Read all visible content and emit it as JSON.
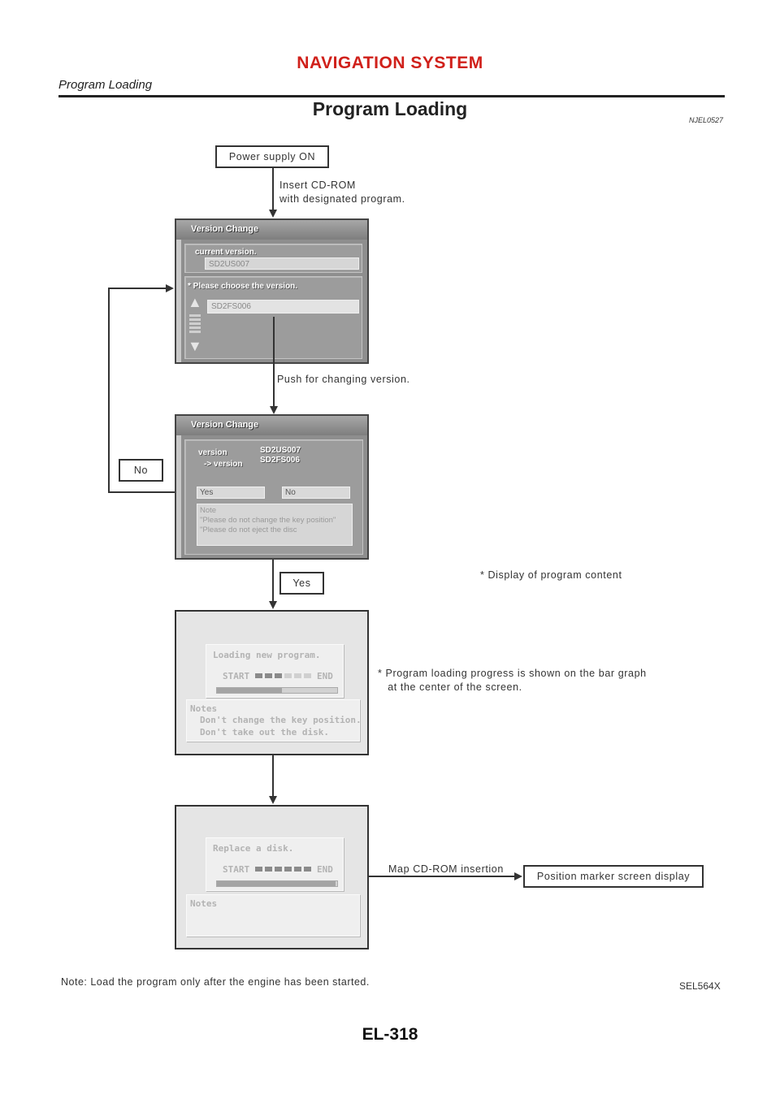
{
  "header": {
    "title": "NAVIGATION SYSTEM",
    "subtitle": "Program Loading"
  },
  "section": {
    "title": "Program Loading",
    "code": "NJEL0527"
  },
  "flow": {
    "power_on": "Power supply ON",
    "insert_note": "Insert CD-ROM\nwith designated program.",
    "push_note": "Push for changing version.",
    "no_label": "No",
    "yes_label": "Yes",
    "display_note": "* Display of program content",
    "progress_note": "* Program loading progress is shown on the bar graph\n   at the center of the screen.",
    "map_note": "Map CD-ROM insertion",
    "position_marker": "Position marker screen display"
  },
  "screen1": {
    "title": "Version Change",
    "current_label": "current version.",
    "current_value": "SD2US007",
    "choose_label": "* Please choose the version.",
    "choose_value": "SD2FS006",
    "icons": [
      "up-arrow-icon",
      "scroll-track-icon",
      "down-arrow-icon"
    ]
  },
  "screen2": {
    "title": "Version Change",
    "version_label": "version",
    "to_version_label": "-> version",
    "version_value": "SD2US007",
    "to_version_value": "SD2FS006",
    "yes_button": "Yes",
    "no_button": "No",
    "note_title": "Note",
    "note_line1": "\"Please do not change the key position\"",
    "note_line2": "\"Please do not eject the disc"
  },
  "screen3": {
    "title": "Loading new program.",
    "start": "START",
    "end": "END",
    "progress": 0.55,
    "notes_title": "Notes",
    "notes_line1": "Don't change the key position.",
    "notes_line2": "Don't take out the disk."
  },
  "screen4": {
    "title": "Replace a disk.",
    "start": "START",
    "end": "END",
    "progress": 1.0,
    "notes_title": "Notes"
  },
  "footer": {
    "note": "Note: Load the program only after the engine has been started.",
    "figure_code": "SEL564X",
    "page_number": "EL-318"
  }
}
